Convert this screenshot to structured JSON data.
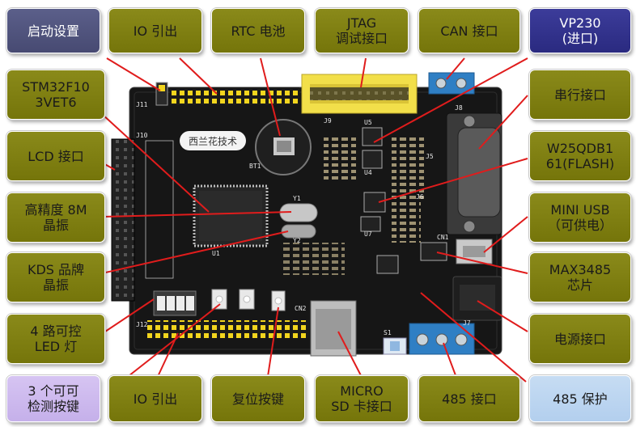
{
  "board": {
    "logo_text": "西兰花技术",
    "silkscreen": [
      "J11",
      "J10",
      "J12",
      "J9",
      "J8",
      "J5",
      "J6",
      "J7",
      "CN1",
      "CN2",
      "S1",
      "BT1",
      "U1",
      "U4",
      "U5",
      "U7",
      "Y1",
      "Y2"
    ]
  },
  "labels": [
    {
      "id": "boot-settings",
      "text": [
        "启动设置"
      ],
      "style": "purple"
    },
    {
      "id": "io-header-top",
      "text": [
        "IO 引出"
      ],
      "style": "olive"
    },
    {
      "id": "rtc-battery",
      "text": [
        "RTC 电池"
      ],
      "style": "olive"
    },
    {
      "id": "jtag-debug",
      "text": [
        "JTAG",
        "调试接口"
      ],
      "style": "olive"
    },
    {
      "id": "can-interface",
      "text": [
        "CAN 接口"
      ],
      "style": "olive"
    },
    {
      "id": "vp230",
      "text": [
        "VP230",
        "(进口)"
      ],
      "style": "navy"
    },
    {
      "id": "stm32-chip",
      "text": [
        "STM32F10",
        "3VET6"
      ],
      "style": "olive"
    },
    {
      "id": "serial-port",
      "text": [
        "串行接口"
      ],
      "style": "olive"
    },
    {
      "id": "lcd-interface",
      "text": [
        "LCD 接口"
      ],
      "style": "olive"
    },
    {
      "id": "w25q-flash",
      "text": [
        "W25QDB1",
        "61(FLASH)"
      ],
      "style": "olive"
    },
    {
      "id": "crystal-8m",
      "text": [
        "高精度 8M",
        "晶振"
      ],
      "style": "olive"
    },
    {
      "id": "mini-usb",
      "text": [
        "MINI USB",
        "（可供电）"
      ],
      "style": "olive"
    },
    {
      "id": "kds-crystal",
      "text": [
        "KDS 品牌",
        "晶振"
      ],
      "style": "olive"
    },
    {
      "id": "max3485",
      "text": [
        "MAX3485",
        "芯片"
      ],
      "style": "olive"
    },
    {
      "id": "led-lights",
      "text": [
        "4 路可控",
        "LED 灯"
      ],
      "style": "olive"
    },
    {
      "id": "power-interface",
      "text": [
        "电源接口"
      ],
      "style": "olive"
    },
    {
      "id": "test-buttons",
      "text": [
        "3 个可可",
        "检测按键"
      ],
      "style": "lilac"
    },
    {
      "id": "io-header-bottom",
      "text": [
        "IO 引出"
      ],
      "style": "olive"
    },
    {
      "id": "reset-button",
      "text": [
        "复位按键"
      ],
      "style": "olive"
    },
    {
      "id": "micro-sd",
      "text": [
        "MICRO",
        "SD 卡接口"
      ],
      "style": "olive"
    },
    {
      "id": "rs485-interface",
      "text": [
        "485 接口"
      ],
      "style": "olive"
    },
    {
      "id": "rs485-protection",
      "text": [
        "485 保护"
      ],
      "style": "sky"
    }
  ]
}
